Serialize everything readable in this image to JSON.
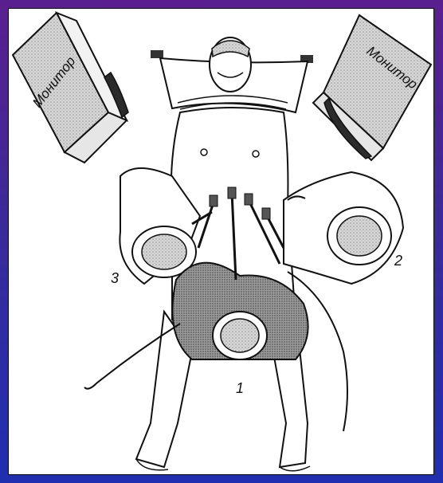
{
  "diagram": {
    "colors": {
      "background_top": "#5a1f8f",
      "background_bottom": "#1f2fb0",
      "panel": "#ffffff",
      "line": "#111111",
      "shading": "#bdbdbd",
      "screen": "#2b2b2b"
    },
    "monitors": [
      {
        "label": "Монитор"
      },
      {
        "label": "Монитор"
      }
    ],
    "positions": [
      {
        "number": "1"
      },
      {
        "number": "2"
      },
      {
        "number": "3"
      }
    ]
  }
}
